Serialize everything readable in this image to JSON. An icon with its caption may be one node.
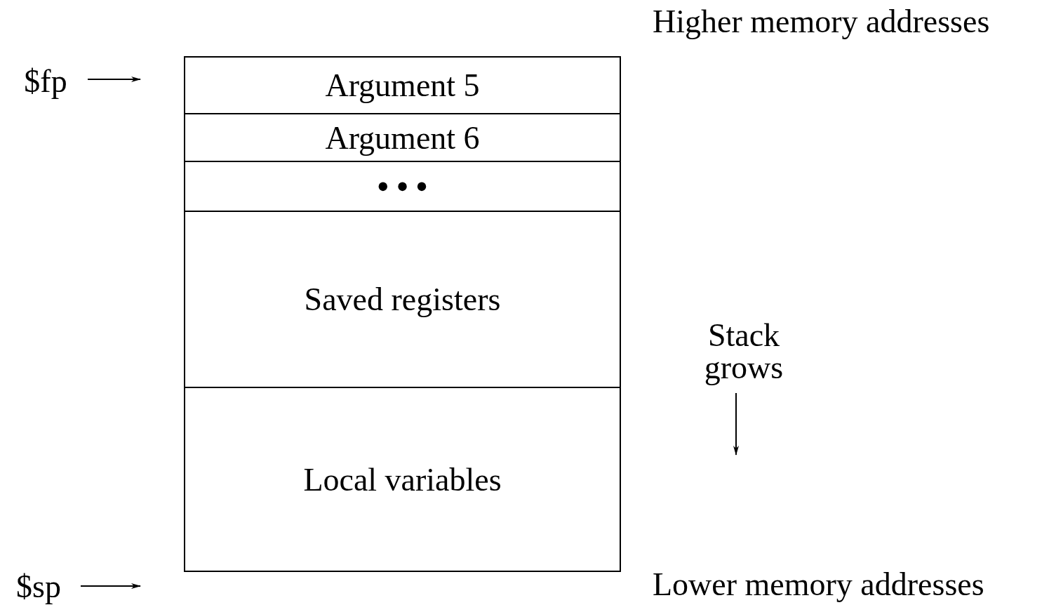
{
  "diagram": {
    "nodes": [
      {
        "text": [
          "$fp"
        ]
      },
      {
        "text": [
          "Argument 5"
        ]
      },
      {
        "text": [
          "Argument 6"
        ]
      },
      {
        "text": [
          "• • •"
        ]
      },
      {
        "text": [
          "Saved registers"
        ]
      },
      {
        "text": [
          "Local variables"
        ]
      },
      {
        "text": [
          "$sp"
        ]
      }
    ],
    "edges": [
      {
        "from": 0,
        "to": null,
        "arrow": "to"
      },
      {
        "from": 6,
        "to": null,
        "arrow": "to"
      }
    ],
    "labels": [
      "Higher memory addresses",
      "Stack grows",
      "Lower memory addresses"
    ]
  }
}
